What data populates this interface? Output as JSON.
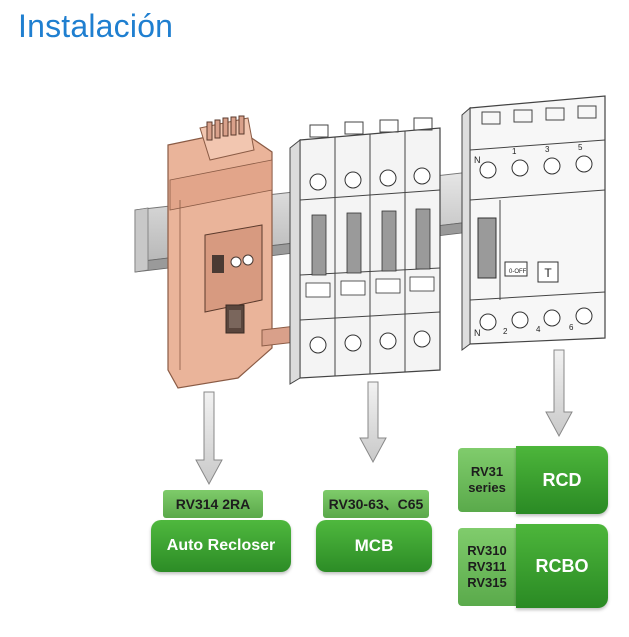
{
  "title": "Instalación",
  "products": {
    "recloser": {
      "model": "RV314 2RA",
      "name": "Auto Recloser"
    },
    "mcb": {
      "model": "RV30-63、C65",
      "name": "MCB"
    },
    "rcd": {
      "series_line1": "RV31",
      "series_line2": "series",
      "name": "RCD"
    },
    "rcbo": {
      "model1": "RV310",
      "model2": "RV311",
      "model3": "RV315",
      "name": "RCBO"
    }
  },
  "device_marks": {
    "test_button": "T",
    "off_label": "0-OFF",
    "n_top": "N",
    "n_bottom": "N",
    "terminals_top": [
      "1",
      "3",
      "5"
    ],
    "terminals_bottom": [
      "2",
      "4",
      "6"
    ]
  }
}
